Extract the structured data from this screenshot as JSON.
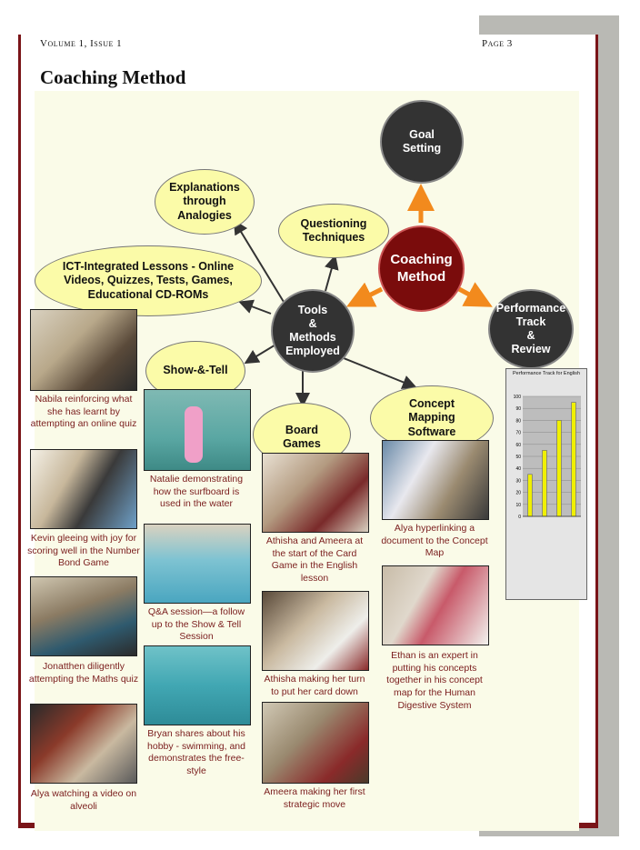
{
  "header": {
    "volume": "Volume 1, Issue 1",
    "page": "Page 3"
  },
  "title": "Coaching Method",
  "nodes": {
    "center": "Coaching\nMethod",
    "goal": "Goal\nSetting",
    "performance": "Performance\nTrack\n&\nReview",
    "tools": "Tools\n&\nMethods\nEmployed",
    "explanations": "Explanations\nthrough\nAnalogies",
    "questioning": "Questioning\nTechniques",
    "ict": "ICT-Integrated Lessons - Online\nVideos, Quizzes, Tests, Games,\nEducational CD-ROMs",
    "show": "Show-&-Tell",
    "board": "Board\nGames",
    "concept": "Concept\nMapping\nSoftware"
  },
  "captions": {
    "nabila": "Nabila reinforcing what she has learnt by attempting an online quiz",
    "kevin": "Kevin gleeing with joy for scoring well in the Number Bond Game",
    "jonatthen": "Jonatthen diligently attempting the Maths quiz",
    "alya_video": "Alya watching a video on alveoli",
    "natalie": "Natalie demonstrating how the surfboard is used in the water",
    "qa": "Q&A session—a follow up to the Show & Tell Session",
    "bryan": "Bryan shares about his hobby - swimming, and demonstrates the free-style",
    "athisha_start": "Athisha and Ameera at the start of the Card Game in the English lesson",
    "athisha_turn": "Athisha making her turn to put her card down",
    "ameera": "Ameera making her first strategic move",
    "alya_link": "Alya hyperlinking a document  to the Concept Map",
    "ethan": "Ethan is an expert in putting his concepts together in his concept map for the Human Digestive System"
  },
  "chart_data": {
    "type": "bar",
    "title": "Performance Track for English",
    "ylim": [
      0,
      100
    ],
    "yticks": [
      0,
      10,
      20,
      30,
      40,
      50,
      60,
      70,
      80,
      90,
      100
    ],
    "values": [
      35,
      55,
      80,
      95
    ],
    "bar_color": "#f0f000"
  },
  "colors": {
    "accent": "#7a1418",
    "arrow_orange": "#f28a1d",
    "caption": "#7a1d1d"
  }
}
